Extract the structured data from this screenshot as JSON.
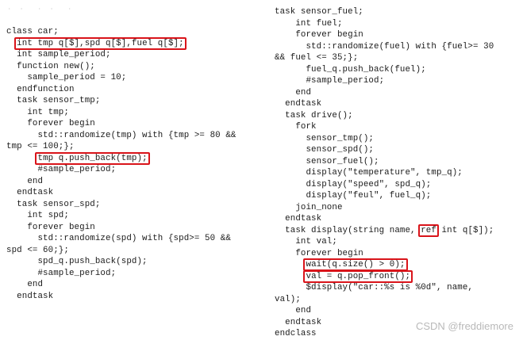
{
  "left_column": [
    {
      "segments": [
        {
          "text": "class car;"
        }
      ]
    },
    {
      "segments": [
        {
          "text": "  "
        },
        {
          "text": "int tmp q[$],spd q[$],fuel q[$];",
          "highlight": true
        }
      ]
    },
    {
      "segments": [
        {
          "text": "  int sample_period;"
        }
      ]
    },
    {
      "segments": [
        {
          "text": "  function new();"
        }
      ]
    },
    {
      "segments": [
        {
          "text": "    sample_period = 10;"
        }
      ]
    },
    {
      "segments": [
        {
          "text": "  endfunction"
        }
      ]
    },
    {
      "segments": [
        {
          "text": "  task sensor_tmp;"
        }
      ]
    },
    {
      "segments": [
        {
          "text": "    int tmp;"
        }
      ]
    },
    {
      "segments": [
        {
          "text": "    forever begin"
        }
      ]
    },
    {
      "segments": [
        {
          "text": "      std::randomize(tmp) with {tmp >= 80 &&"
        }
      ]
    },
    {
      "segments": [
        {
          "text": "tmp <= 100;};"
        }
      ]
    },
    {
      "segments": [
        {
          "text": "      "
        },
        {
          "text": "tmp q.push_back(tmp);",
          "highlight": true
        }
      ]
    },
    {
      "segments": [
        {
          "text": "      #sample_period;"
        }
      ]
    },
    {
      "segments": [
        {
          "text": "    end"
        }
      ]
    },
    {
      "segments": [
        {
          "text": "  endtask"
        }
      ]
    },
    {
      "segments": [
        {
          "text": "  task sensor_spd;"
        }
      ]
    },
    {
      "segments": [
        {
          "text": "    int spd;"
        }
      ]
    },
    {
      "segments": [
        {
          "text": "    forever begin"
        }
      ]
    },
    {
      "segments": [
        {
          "text": "      std::randomize(spd) with {spd>= 50 &&"
        }
      ]
    },
    {
      "segments": [
        {
          "text": "spd <= 60;};"
        }
      ]
    },
    {
      "segments": [
        {
          "text": "      spd_q.push_back(spd);"
        }
      ]
    },
    {
      "segments": [
        {
          "text": "      #sample_period;"
        }
      ]
    },
    {
      "segments": [
        {
          "text": "    end"
        }
      ]
    },
    {
      "segments": [
        {
          "text": "  endtask"
        }
      ]
    }
  ],
  "right_column": [
    {
      "segments": [
        {
          "text": "task sensor_fuel;"
        }
      ]
    },
    {
      "segments": [
        {
          "text": "    int fuel;"
        }
      ]
    },
    {
      "segments": [
        {
          "text": "    forever begin"
        }
      ]
    },
    {
      "segments": [
        {
          "text": "      std::randomize(fuel) with {fuel>= 30"
        }
      ]
    },
    {
      "segments": [
        {
          "text": "&& fuel <= 35;};"
        }
      ]
    },
    {
      "segments": [
        {
          "text": "      fuel_q.push_back(fuel);"
        }
      ]
    },
    {
      "segments": [
        {
          "text": "      #sample_period;"
        }
      ]
    },
    {
      "segments": [
        {
          "text": "    end"
        }
      ]
    },
    {
      "segments": [
        {
          "text": "  endtask"
        }
      ]
    },
    {
      "segments": [
        {
          "text": "  task drive();"
        }
      ]
    },
    {
      "segments": [
        {
          "text": "    fork"
        }
      ]
    },
    {
      "segments": [
        {
          "text": "      sensor_tmp();"
        }
      ]
    },
    {
      "segments": [
        {
          "text": "      sensor_spd();"
        }
      ]
    },
    {
      "segments": [
        {
          "text": "      sensor_fuel();"
        }
      ]
    },
    {
      "segments": [
        {
          "text": "      display(\"temperature\", tmp_q);"
        }
      ]
    },
    {
      "segments": [
        {
          "text": "      display(\"speed\", spd_q);"
        }
      ]
    },
    {
      "segments": [
        {
          "text": "      display(\"feul\", fuel_q);"
        }
      ]
    },
    {
      "segments": [
        {
          "text": "    join_none"
        }
      ]
    },
    {
      "segments": [
        {
          "text": "  endtask"
        }
      ]
    },
    {
      "segments": [
        {
          "text": "  task display(string name, "
        },
        {
          "text": "ref",
          "highlight": true
        },
        {
          "text": " int q[$]);"
        }
      ]
    },
    {
      "segments": [
        {
          "text": "    int val;"
        }
      ]
    },
    {
      "segments": [
        {
          "text": "    forever begin"
        }
      ]
    },
    {
      "segments": [
        {
          "text": "      "
        },
        {
          "text": "wait(q.size() > 0);",
          "highlight": true
        }
      ]
    },
    {
      "segments": [
        {
          "text": "      "
        },
        {
          "text": "val = q.pop_front();",
          "highlight": true
        }
      ]
    },
    {
      "segments": [
        {
          "text": "      $display(\"car::%s is %0d\", name,"
        }
      ]
    },
    {
      "segments": [
        {
          "text": "val);"
        }
      ]
    },
    {
      "segments": [
        {
          "text": "    end"
        }
      ]
    },
    {
      "segments": [
        {
          "text": "  endtask"
        }
      ]
    },
    {
      "segments": [
        {
          "text": "endclass"
        }
      ]
    }
  ],
  "highlight_color": "#d9141a",
  "watermark": "CSDN @freddiemore"
}
